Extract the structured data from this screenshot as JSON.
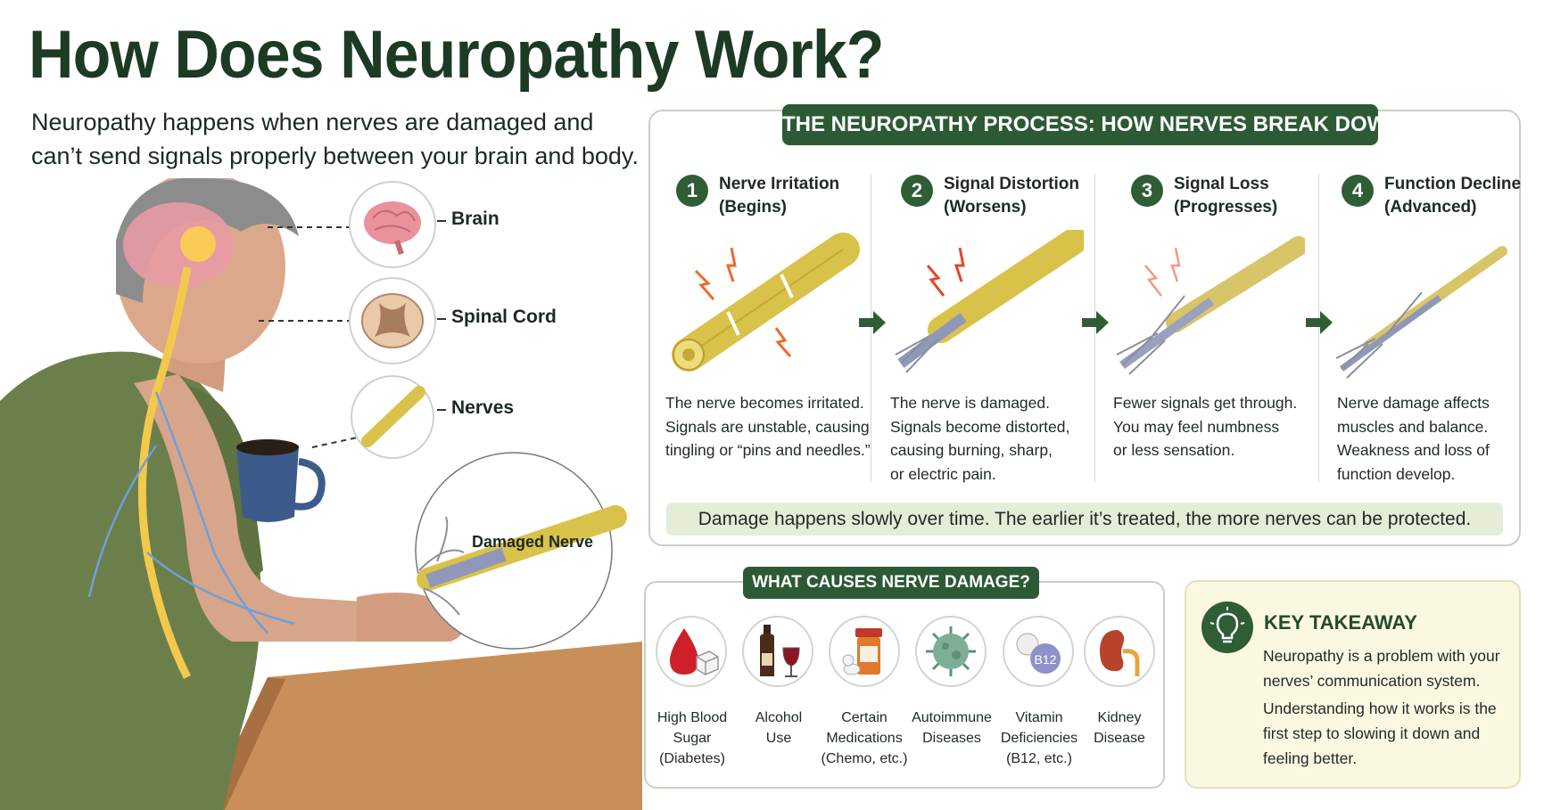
{
  "title": "How Does Neuropathy Work?",
  "subtitle": {
    "line1": "Neuropathy happens when nerves are damaged and",
    "line2": "can’t send signals properly between your brain and body."
  },
  "anatomy": {
    "brain": "Brain",
    "spinal_cord": "Spinal Cord",
    "nerves": "Nerves",
    "damaged_nerve": "Damaged Nerve"
  },
  "process": {
    "title": "THE NEUROPATHY PROCESS: HOW NERVES BREAK DOWN",
    "steps": [
      {
        "num": "1",
        "title1": "Nerve Irritation",
        "title2": "(Begins)",
        "desc": [
          "The nerve becomes irritated.",
          "Signals are unstable, causing",
          "tingling or “pins and needles.”"
        ]
      },
      {
        "num": "2",
        "title1": "Signal Distortion",
        "title2": "(Worsens)",
        "desc": [
          "The nerve is damaged.",
          "Signals become distorted,",
          "causing burning, sharp,",
          "or electric pain."
        ]
      },
      {
        "num": "3",
        "title1": "Signal Loss",
        "title2": "(Progresses)",
        "desc": [
          "Fewer signals get through.",
          "You may feel numbness",
          "or less sensation."
        ]
      },
      {
        "num": "4",
        "title1": "Function Decline",
        "title2": "(Advanced)",
        "desc": [
          "Nerve damage affects",
          "muscles and balance.",
          "Weakness and loss of",
          "function develop."
        ]
      }
    ],
    "note": "Damage happens slowly over time. The earlier it’s treated, the more nerves can be protected."
  },
  "causes": {
    "title": "WHAT CAUSES NERVE DAMAGE?",
    "items": [
      {
        "icon": "blood-drop-sugar-icon",
        "lines": [
          "High Blood",
          "Sugar",
          "(Diabetes)"
        ]
      },
      {
        "icon": "wine-bottle-icon",
        "lines": [
          "Alcohol",
          "Use"
        ]
      },
      {
        "icon": "pill-bottle-icon",
        "lines": [
          "Certain",
          "Medications",
          "(Chemo, etc.)"
        ]
      },
      {
        "icon": "virus-icon",
        "lines": [
          "Autoimmune",
          "Diseases"
        ]
      },
      {
        "icon": "vitamin-pill-icon",
        "badge": "B12",
        "lines": [
          "Vitamin",
          "Deficiencies",
          "(B12, etc.)"
        ]
      },
      {
        "icon": "kidney-icon",
        "lines": [
          "Kidney",
          "Disease"
        ]
      }
    ]
  },
  "takeaway": {
    "title": "KEY TAKEAWAY",
    "p1": [
      "Neuropathy is a problem with your",
      "nerves’ communication system."
    ],
    "p2": [
      "Understanding how it works is the",
      "first step to slowing it down and",
      "feeling better."
    ]
  },
  "colors": {
    "brand_green": "#2c5a34",
    "title_green": "#1d3a24",
    "nerve_yellow": "#d9c24a",
    "note_bg": "#e5edd9",
    "takeaway_bg": "#fbf8e2"
  }
}
